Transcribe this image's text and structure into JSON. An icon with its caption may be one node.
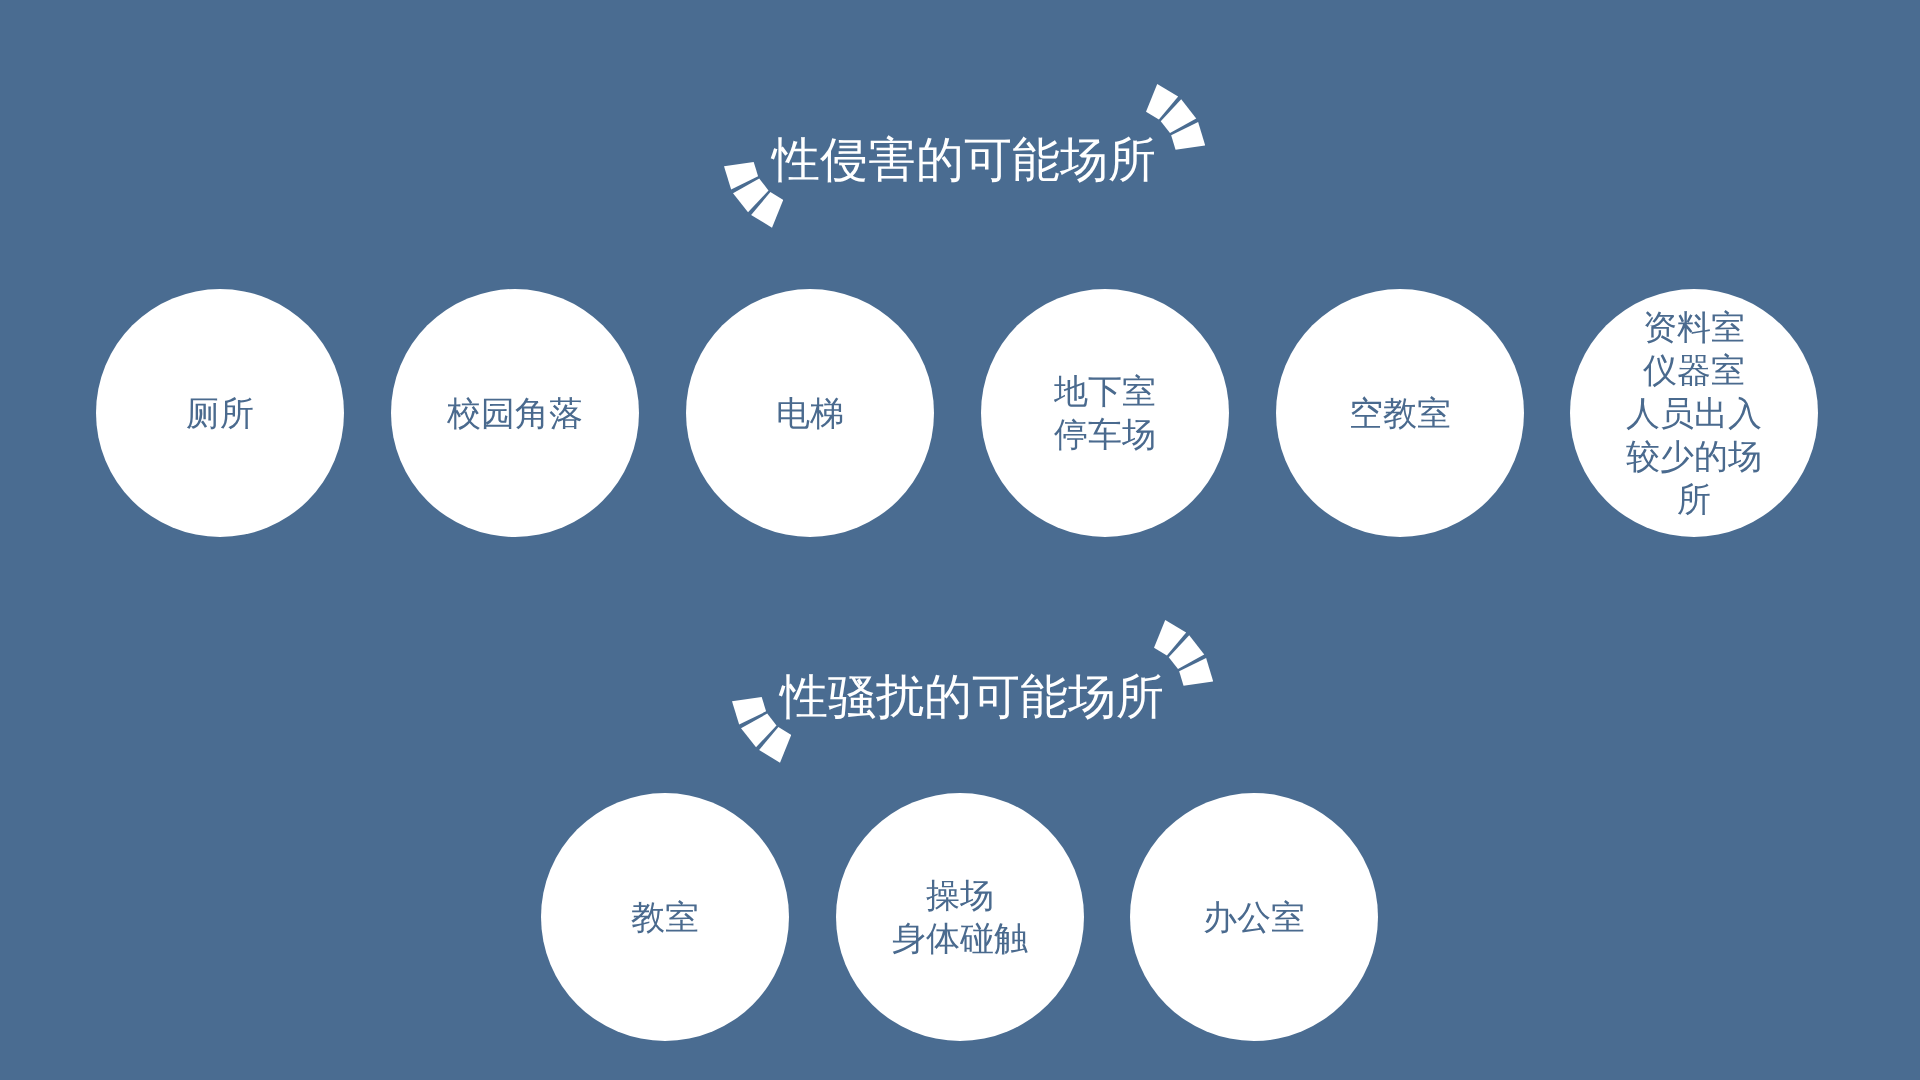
{
  "diagram": {
    "nodes": [
      {
        "text": [
          "厕所"
        ]
      },
      {
        "text": [
          "校园角落"
        ]
      },
      {
        "text": [
          "电梯"
        ]
      },
      {
        "text": [
          "地下室",
          "停车场"
        ]
      },
      {
        "text": [
          "空教室"
        ]
      },
      {
        "text": [
          "资料室",
          "仪器室",
          "人员出入较少的场所"
        ]
      },
      {
        "text": [
          "教室"
        ]
      },
      {
        "text": [
          "操场",
          "身体碰触"
        ]
      },
      {
        "text": [
          "办公室"
        ]
      }
    ],
    "labels": [
      "性侵害的可能场所",
      "性骚扰的可能场所"
    ]
  }
}
